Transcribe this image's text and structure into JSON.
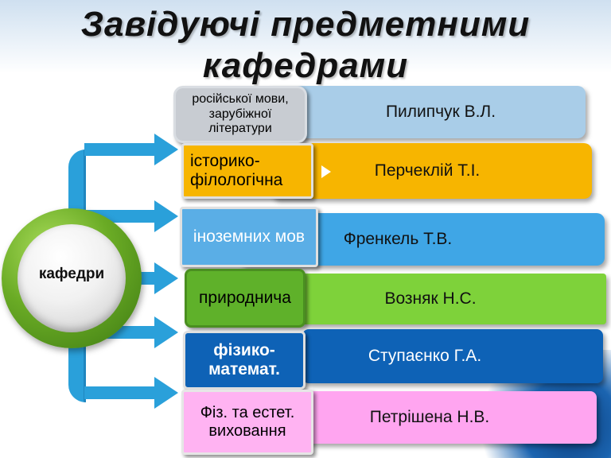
{
  "title": {
    "line1": "Завідуючі предметними",
    "line2": "кафедрами"
  },
  "center": {
    "label": "кафедри"
  },
  "departments": [
    {
      "dept": "російської мови, зарубіжної літератури",
      "head": "Пилипчук В.Л.",
      "person_color": "#a9cde8",
      "dept_color": "#c8ccd2"
    },
    {
      "dept": "історико-філологічна",
      "head": "Перчеклій Т.І.",
      "person_color": "#f7b500",
      "dept_color": "#f7b500"
    },
    {
      "dept": "іноземних мов",
      "head": "Френкель Т.В.",
      "person_color": "#3fa6e6",
      "dept_color": "#5aaee6"
    },
    {
      "dept": "природнича",
      "head": "Возняк Н.С.",
      "person_color": "#7ed23a",
      "dept_color": "#5fb12a"
    },
    {
      "dept": "фізико-математ.",
      "head": "Ступаєнко  Г.А.",
      "person_color": "#0e62b6",
      "dept_color": "#0e62b6"
    },
    {
      "dept": "Фіз. та естет. виховання",
      "head": "Петрішена Н.В.",
      "person_color": "#ffa5f0",
      "dept_color": "#ffb3f2"
    }
  ],
  "colors": {
    "bracket": "#2aa0da",
    "circle": "#6aab25"
  }
}
